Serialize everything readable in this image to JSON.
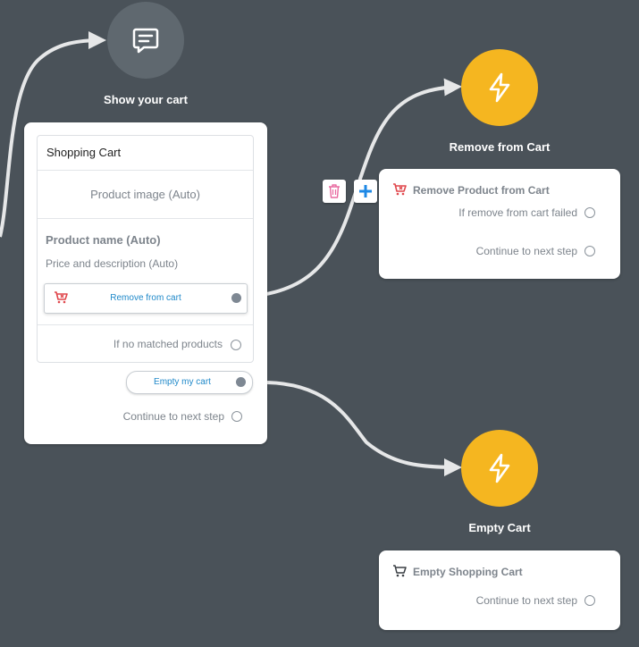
{
  "nodes": {
    "show_cart": {
      "title": "Show your cart",
      "icon": "chat-message-icon",
      "color": "#5f686f"
    },
    "remove_from_cart": {
      "title": "Remove from Cart",
      "icon": "lightning-icon",
      "color": "#f5b620"
    },
    "empty_cart": {
      "title": "Empty Cart",
      "icon": "lightning-icon",
      "color": "#f5b620"
    }
  },
  "shopping_cart_card": {
    "header": "Shopping Cart",
    "image_placeholder": "Product image (Auto)",
    "product_name": "Product name (Auto)",
    "price_description": "Price and description (Auto)",
    "remove_button": "Remove from cart",
    "no_match": "If no matched products",
    "empty_button": "Empty my cart",
    "continue": "Continue to next step"
  },
  "remove_action_card": {
    "title": "Remove Product from Cart",
    "icon": "cart-remove-icon",
    "failed": "If remove from cart failed",
    "continue": "Continue to next step"
  },
  "empty_action_card": {
    "title": "Empty Shopping Cart",
    "icon": "cart-icon",
    "continue": "Continue to next step"
  },
  "toolbar": {
    "delete": "trash-icon",
    "add": "plus-icon"
  },
  "colors": {
    "background": "#4a5259",
    "link_blue": "#1e88c9",
    "cart_red": "#e0474c",
    "accent_yellow": "#f5b620"
  }
}
